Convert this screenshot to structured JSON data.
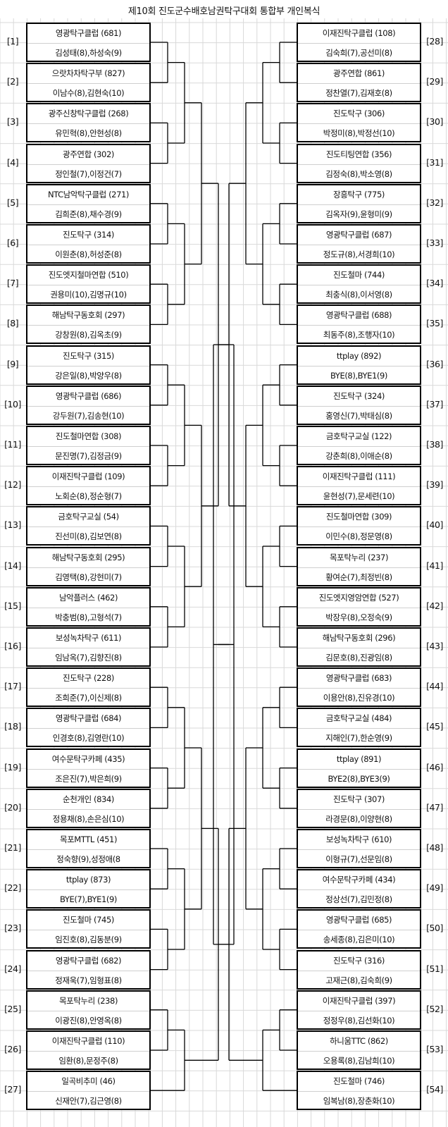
{
  "title": "제10회 진도군수배호남권탁구대회  통합부 개인복식",
  "left": [
    {
      "seed": "[1]",
      "club": "영광탁구클럽 (681)",
      "players": "김성태(8),하성숙(9)"
    },
    {
      "seed": "[2]",
      "club": "으랏차차탁구부 (827)",
      "players": "이남수(8),김현숙(10)"
    },
    {
      "seed": "[3]",
      "club": "광주신창탁구클럽 (268)",
      "players": "유민혁(8),안현성(8)"
    },
    {
      "seed": "[4]",
      "club": "광주연합 (302)",
      "players": "정인철(7),이정건(7)"
    },
    {
      "seed": "[5]",
      "club": "NTC남악탁구클럽 (271)",
      "players": "김희준(8),채수경(9)"
    },
    {
      "seed": "[6]",
      "club": "진도탁구 (314)",
      "players": "이원춘(8),허성준(8)"
    },
    {
      "seed": "[7]",
      "club": "진도엣지철마연합 (510)",
      "players": "권용미(10),김명규(10)"
    },
    {
      "seed": "[8]",
      "club": "해남탁구동호회 (297)",
      "players": "강창원(8),김옥초(9)"
    },
    {
      "seed": "[9]",
      "club": "진도탁구 (315)",
      "players": "강은일(8),박양우(8)"
    },
    {
      "seed": "[10]",
      "club": "영광탁구클럽 (686)",
      "players": "강두원(7),김송현(10)"
    },
    {
      "seed": "[11]",
      "club": "진도철마연합 (308)",
      "players": "문진명(7),김정금(9)"
    },
    {
      "seed": "[12]",
      "club": "이재진탁구클럽 (109)",
      "players": "노회순(8),정순형(7)"
    },
    {
      "seed": "[13]",
      "club": "금호탁구교실 (54)",
      "players": "진선미(8),김보연(8)"
    },
    {
      "seed": "[14]",
      "club": "해남탁구동호회 (295)",
      "players": "김영택(8),강현미(7)"
    },
    {
      "seed": "[15]",
      "club": "남악플러스 (462)",
      "players": "박충범(8),고형석(7)"
    },
    {
      "seed": "[16]",
      "club": "보성녹차탁구 (611)",
      "players": "임남옥(7),김향진(8)"
    },
    {
      "seed": "[17]",
      "club": "진도탁구 (228)",
      "players": "조희준(7),이신제(8)"
    },
    {
      "seed": "[18]",
      "club": "영광탁구클럽 (684)",
      "players": "인경호(8),김영란(10)"
    },
    {
      "seed": "[19]",
      "club": "여수문탁구카페 (435)",
      "players": "조은진(7),박은희(9)"
    },
    {
      "seed": "[20]",
      "club": "순천개인 (834)",
      "players": "정용채(8),손은심(10)"
    },
    {
      "seed": "[21]",
      "club": "목포MTTL (451)",
      "players": "정숙향(9),성정애(8"
    },
    {
      "seed": "[22]",
      "club": "ttplay (873)",
      "players": "BYE(7),BYE1(9)"
    },
    {
      "seed": "[23]",
      "club": "진도철마 (745)",
      "players": "임진호(8),김동분(9)"
    },
    {
      "seed": "[24]",
      "club": "영광탁구클럽 (682)",
      "players": "정재욱(7),임형표(8)"
    },
    {
      "seed": "[25]",
      "club": "목포탁누리 (238)",
      "players": "이광진(8),안영옥(8)"
    },
    {
      "seed": "[26]",
      "club": "이재진탁구클럽 (110)",
      "players": "임환(8),문정주(8)"
    },
    {
      "seed": "[27]",
      "club": "일곡비추미 (46)",
      "players": "신재안(7),김근영(8)"
    }
  ],
  "right": [
    {
      "seed": "[28]",
      "club": "이재진탁구클럽 (108)",
      "players": "김숙희(7),공선미(8)"
    },
    {
      "seed": "[29]",
      "club": "광주연합 (861)",
      "players": "정찬열(7),김재호(8)"
    },
    {
      "seed": "[30]",
      "club": "진도탁구 (306)",
      "players": "박정미(8),박정선(10)"
    },
    {
      "seed": "[31]",
      "club": "진도티팅연합 (356)",
      "players": "김정숙(8),박소영(8)"
    },
    {
      "seed": "[32]",
      "club": "장흥탁구 (775)",
      "players": "김옥자(9),윤형미(9)"
    },
    {
      "seed": "[33]",
      "club": "영광탁구클럽 (687)",
      "players": "정도규(8),서경희(10)"
    },
    {
      "seed": "[34]",
      "club": "진도철마 (744)",
      "players": "최충식(8),이서영(8)"
    },
    {
      "seed": "[35]",
      "club": "영광탁구클럽 (688)",
      "players": "최동주(8),조행자(10)"
    },
    {
      "seed": "[36]",
      "club": "ttplay (892)",
      "players": "BYE(8),BYE1(9)"
    },
    {
      "seed": "[37]",
      "club": "진도탁구 (324)",
      "players": "홍영신(7),박태심(8)"
    },
    {
      "seed": "[38]",
      "club": "금호탁구교실 (122)",
      "players": "강춘희(8),이애순(8)"
    },
    {
      "seed": "[39]",
      "club": "이재진탁구클럽 (111)",
      "players": "윤현성(7),문세련(10)"
    },
    {
      "seed": "[40]",
      "club": "진도철마연합 (309)",
      "players": "이민수(8),정문영(8)"
    },
    {
      "seed": "[41]",
      "club": "목포탁누리 (237)",
      "players": "황여순(7),최정빈(8)"
    },
    {
      "seed": "[42]",
      "club": "진도엣지영암연합 (527)",
      "players": "박장우(8),오정숙(9)"
    },
    {
      "seed": "[43]",
      "club": "해남탁구동호회 (296)",
      "players": "김문호(8),진광임(8)"
    },
    {
      "seed": "[44]",
      "club": "영광탁구클럽 (683)",
      "players": "이용안(8),진유경(10)"
    },
    {
      "seed": "[45]",
      "club": "금호탁구교실 (484)",
      "players": "지해인(7),한순영(9)"
    },
    {
      "seed": "[46]",
      "club": "ttplay (891)",
      "players": "BYE2(8),BYE3(9)"
    },
    {
      "seed": "[47]",
      "club": "진도탁구 (307)",
      "players": "라경문(8),이양현(8)"
    },
    {
      "seed": "[48]",
      "club": "보성녹차탁구 (610)",
      "players": "이형규(7),선문임(8)"
    },
    {
      "seed": "[49]",
      "club": "여수문탁구카페 (434)",
      "players": "정상선(7),김민정(8)"
    },
    {
      "seed": "[50]",
      "club": "영광탁구클럽 (685)",
      "players": "송세종(8),김은미(10)"
    },
    {
      "seed": "[51]",
      "club": "진도탁구 (316)",
      "players": "고재근(8),김숙희(9)"
    },
    {
      "seed": "[52]",
      "club": "이재진탁구클럽 (397)",
      "players": "정정우(8),김선화(10)"
    },
    {
      "seed": "[53]",
      "club": "하니움TTC (862)",
      "players": "오용록(8),김남희(10)"
    },
    {
      "seed": "[54]",
      "club": "진도철마 (746)",
      "players": "임복남(8),장춘화(10)"
    }
  ]
}
